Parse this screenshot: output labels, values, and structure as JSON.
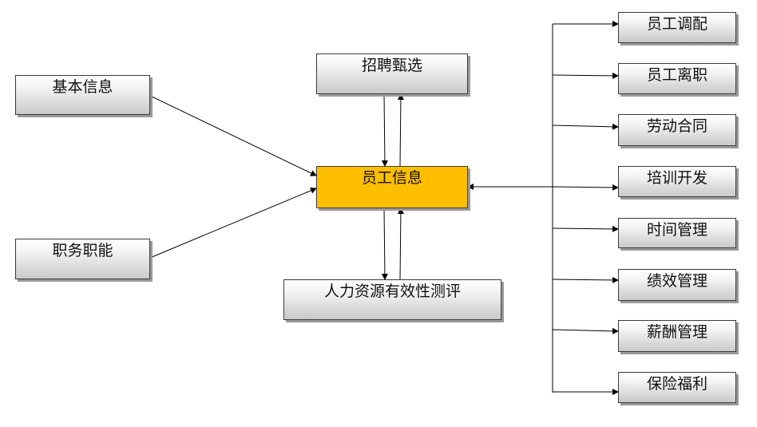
{
  "diagram": {
    "center": "员工信息",
    "left_inputs": [
      "基本信息",
      "职务职能"
    ],
    "top_node": "招聘甄选",
    "bottom_node": "人力资源有效性测评",
    "right_nodes": [
      "员工调配",
      "员工离职",
      "劳动合同",
      "培训开发",
      "时间管理",
      "绩效管理",
      "薪酬管理",
      "保险福利"
    ]
  }
}
